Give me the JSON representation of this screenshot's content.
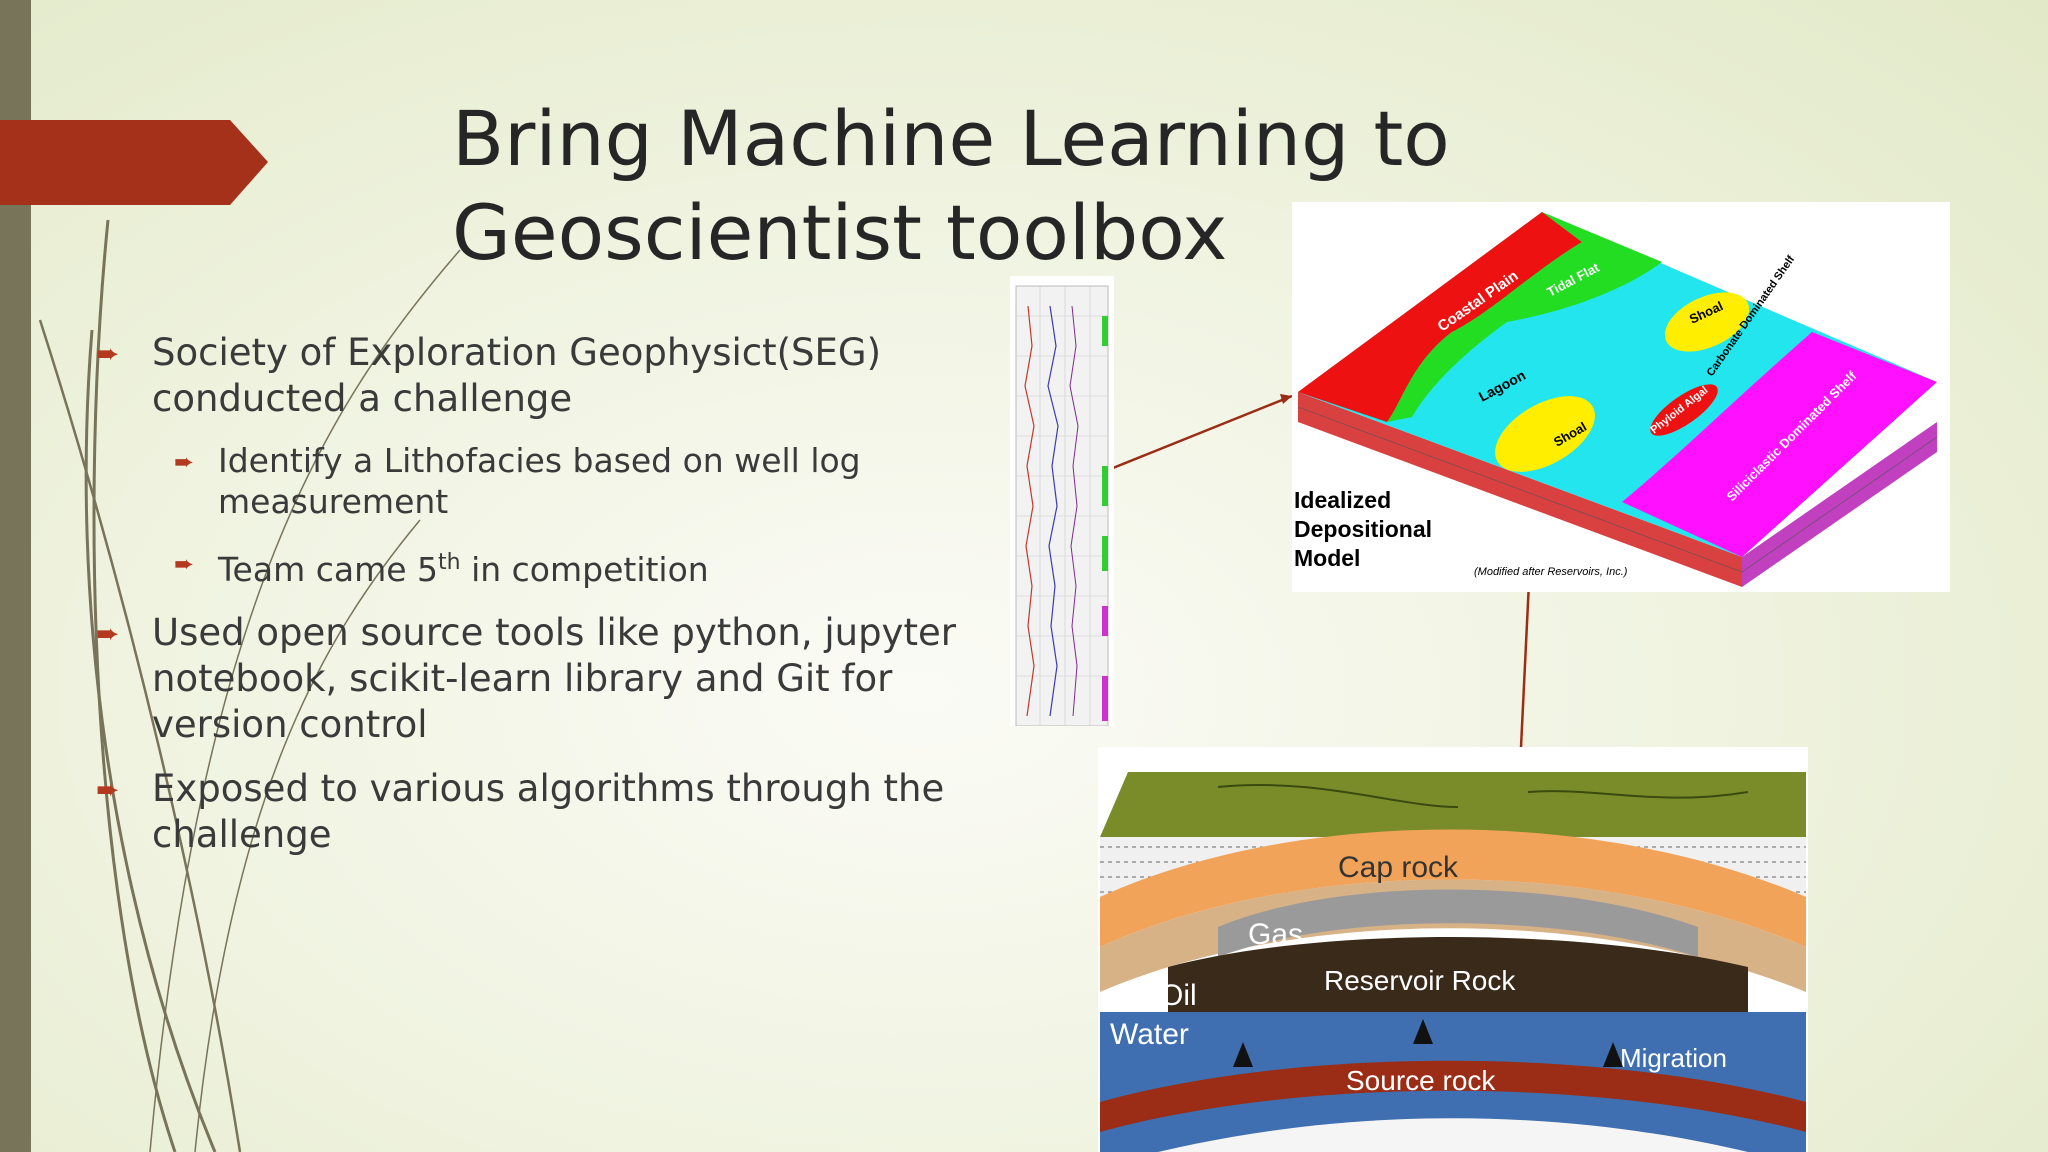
{
  "slide": {
    "title": "Bring Machine Learning to Geoscientist toolbox",
    "bullets": [
      {
        "level": 1,
        "text": "Society of Exploration Geophysict(SEG) conducted a challenge"
      },
      {
        "level": 2,
        "text": "Identify a Lithofacies based on well log measurement"
      },
      {
        "level": 2,
        "text_before": "Team came 5",
        "superscript": "th",
        "text_after": " in competition"
      },
      {
        "level": 1,
        "text": "Used open source tools like python, jupyter notebook, scikit-learn library and Git for version control"
      },
      {
        "level": 1,
        "text": "Exposed to various algorithms through the challenge"
      }
    ]
  },
  "depositional_model": {
    "labels": {
      "coastal_plain": "Coastal Plain",
      "tidal_flat": "Tidal Flat",
      "shoal_top": "Shoal",
      "carbonate_shelf": "Carbonate Dominated Shelf",
      "lagoon": "Lagoon",
      "shoal_mid": "Shoal",
      "phyloid_algal": "Phyloid Algal",
      "siliciclastic_shelf": "Siliciclastic Dominated Shelf"
    },
    "caption": [
      "Idealized",
      "Depositional",
      "Model"
    ],
    "credit": "(Modified after Reservoirs, Inc.)"
  },
  "trap_diagram": {
    "labels": {
      "cap_rock": "Cap rock",
      "gas": "Gas",
      "reservoir": "Reservoir Rock",
      "oil": "Oil",
      "water": "Water",
      "source_rock": "Source rock",
      "migration": "Migration"
    }
  },
  "colors": {
    "accent": "#b33a1e",
    "left_bar": "#77745a",
    "title": "#262626"
  }
}
